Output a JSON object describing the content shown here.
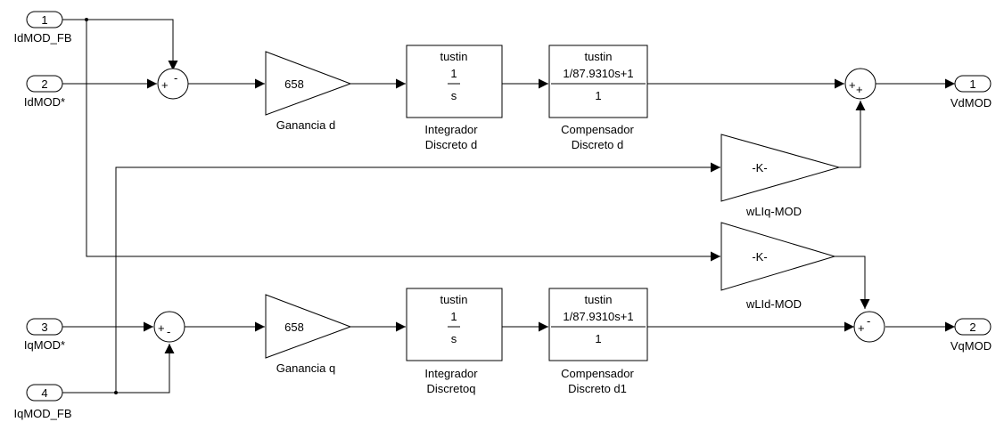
{
  "inports": [
    {
      "number": "1",
      "name": "IdMOD_FB"
    },
    {
      "number": "2",
      "name": "IdMOD*"
    },
    {
      "number": "3",
      "name": "IqMOD*"
    },
    {
      "number": "4",
      "name": "IqMOD_FB"
    }
  ],
  "outports": [
    {
      "number": "1",
      "name": "VdMOD"
    },
    {
      "number": "2",
      "name": "VqMOD"
    }
  ],
  "sum_d": {
    "top_sign": "-",
    "left_sign": "+"
  },
  "sum_q": {
    "left_sign": "+",
    "bottom_sign": "-"
  },
  "sum_out_d": {
    "left_sign": "+",
    "bottom_sign": "+"
  },
  "sum_out_q": {
    "left_sign": "+",
    "top_sign": "-"
  },
  "gain_d": {
    "value": "658",
    "label": "Ganancia d"
  },
  "gain_q": {
    "value": "658",
    "label": "Ganancia q"
  },
  "integrator_d": {
    "method": "tustin",
    "numerator": "1",
    "denominator": "s",
    "label_line1": "Integrador",
    "label_line2": "Discreto d"
  },
  "integrator_q": {
    "method": "tustin",
    "numerator": "1",
    "denominator": "s",
    "label_line1": "Integrador",
    "label_line2": "Discretoq"
  },
  "compensator_d": {
    "method": "tustin",
    "numerator": "1/87.9310s+1",
    "denominator": "1",
    "label_line1": "Compensador",
    "label_line2": "Discreto d"
  },
  "compensator_q": {
    "method": "tustin",
    "numerator": "1/87.9310s+1",
    "denominator": "1",
    "label_line1": "Compensador",
    "label_line2": "Discreto d1"
  },
  "gain_wLIq": {
    "value": "-K-",
    "label": "wLIq-MOD"
  },
  "gain_wLId": {
    "value": "-K-",
    "label": "wLId-MOD"
  }
}
